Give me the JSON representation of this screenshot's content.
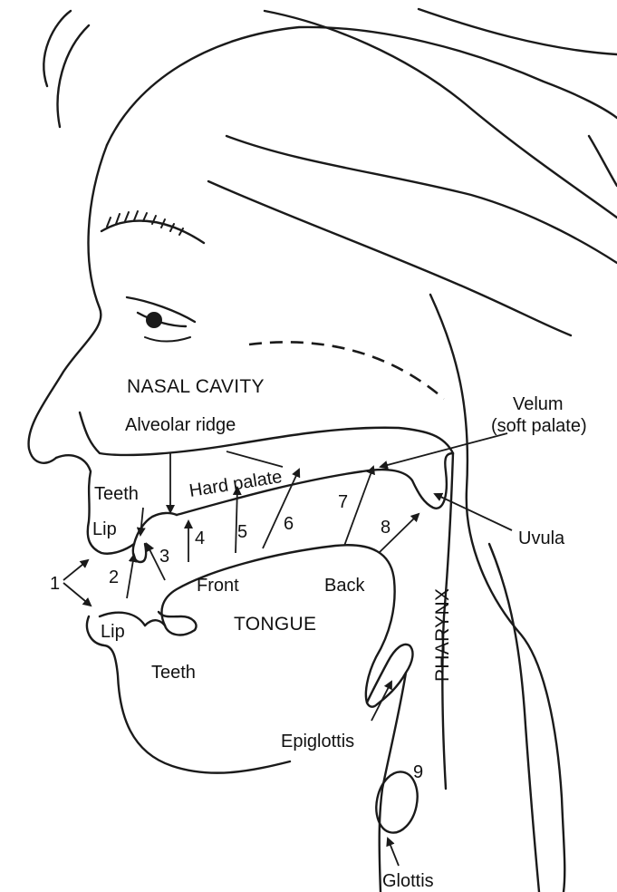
{
  "labels": {
    "nasal_cavity": "NASAL CAVITY",
    "alveolar_ridge": "Alveolar ridge",
    "hard_palate": "Hard palate",
    "velum_line1": "Velum",
    "velum_line2": "(soft palate)",
    "teeth_upper": "Teeth",
    "lip_upper": "Lip",
    "lip_lower": "Lip",
    "teeth_lower": "Teeth",
    "uvula": "Uvula",
    "front": "Front",
    "back": "Back",
    "tongue": "TONGUE",
    "pharynx": "PHARYNX",
    "epiglottis": "Epiglottis",
    "glottis": "Glottis"
  },
  "numbers": {
    "n1": "1",
    "n2": "2",
    "n3": "3",
    "n4": "4",
    "n5": "5",
    "n6": "6",
    "n7": "7",
    "n8": "8",
    "n9": "9"
  }
}
